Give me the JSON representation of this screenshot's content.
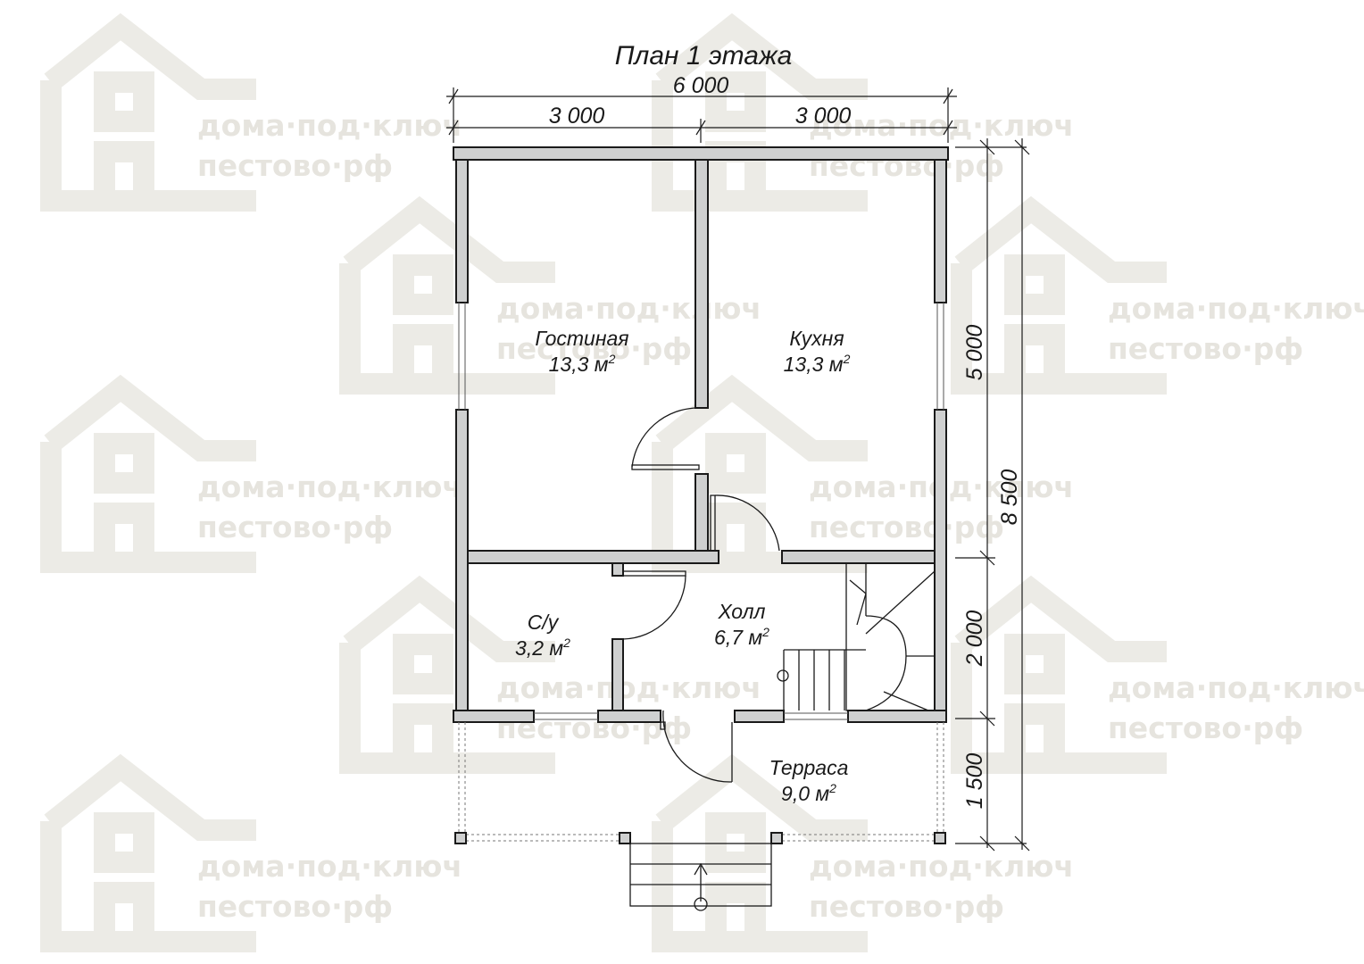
{
  "plan": {
    "title": "План 1 этажа"
  },
  "watermark": {
    "line1": "дома·под·ключ",
    "line2": "пестово·рф",
    "icon": "house-logo-icon"
  },
  "dimensions": {
    "overall_width": "6 000",
    "left_width": "3 000",
    "right_width": "3 000",
    "overall_depth": "8 500",
    "main_rooms_depth": "5 000",
    "hall_depth": "2 000",
    "terrace_depth": "1 500"
  },
  "rooms": {
    "living": {
      "name": "Гостиная",
      "area": "13,3 м",
      "unit_sup": "2"
    },
    "kitchen": {
      "name": "Кухня",
      "area": "13,3 м",
      "unit_sup": "2"
    },
    "bathroom": {
      "name": "С/у",
      "area": "3,2 м",
      "unit_sup": "2"
    },
    "hall": {
      "name": "Холл",
      "area": "6,7 м",
      "unit_sup": "2"
    },
    "terrace": {
      "name": "Терраса",
      "area": "9,0 м",
      "unit_sup": "2"
    }
  }
}
